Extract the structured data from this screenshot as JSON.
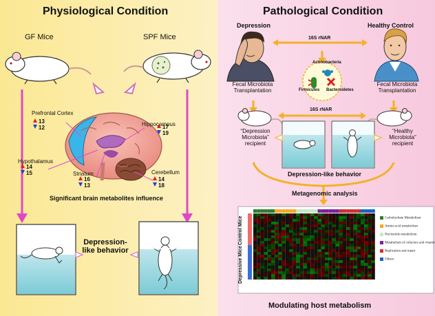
{
  "left": {
    "title": "Physiological Condition",
    "gf_label": "GF Mice",
    "spf_label": "SPF Mice",
    "regions": {
      "prefrontal": {
        "name": "Prefrontal Cortex",
        "up": "13",
        "down": "12"
      },
      "hippocampus": {
        "name": "Hippocampus",
        "up": "17",
        "down": "19"
      },
      "hypothalamus": {
        "name": "Hypothalamus",
        "up": "14",
        "down": "15"
      },
      "striatum": {
        "name": "Striatum",
        "up": "16",
        "down": "13"
      },
      "cerebellum": {
        "name": "Cerebellum",
        "up": "14",
        "down": "18"
      }
    },
    "brain_caption": "Significant brain metabolites influence",
    "behavior": "Depression-like behavior"
  },
  "right": {
    "title": "Pathological Condition",
    "depression": "Depression",
    "healthy": "Healthy Control",
    "rnar_top": "16S rNAR",
    "rnar_mid": "16S rNAR",
    "actinobacteria": "Actinobacteria",
    "firmicutes": "Firmicutes",
    "bacteroidetes": "Bacteroidetes",
    "fmt_left": "Fecal Microbiota Transplantation",
    "fmt_right": "Fecal Microbiota Transplantation",
    "dep_recipient": "“Depression Microbiota” recipient",
    "hea_recipient": "“Healthy Microbiota” recipient",
    "behavior": "Depression-like behavior",
    "metagenomic": "Metagenomic analysis",
    "heatmap_control": "Control Mice",
    "heatmap_dep": "Depressive Mice",
    "legend": [
      {
        "label": "Carbohydrate Metabolism",
        "color": "#2e7d32"
      },
      {
        "label": "Amino acid metabolism",
        "color": "#f9a825"
      },
      {
        "label": "Nucleotide metabolism",
        "color": "#c8e6c9"
      },
      {
        "label": "Metabolism of cofactors and vitamins",
        "color": "#7b1fa2"
      },
      {
        "label": "Replication and repair",
        "color": "#d32f2f"
      },
      {
        "label": "Others",
        "color": "#1565c0"
      }
    ],
    "modulating": "Modulating host metabolism"
  }
}
